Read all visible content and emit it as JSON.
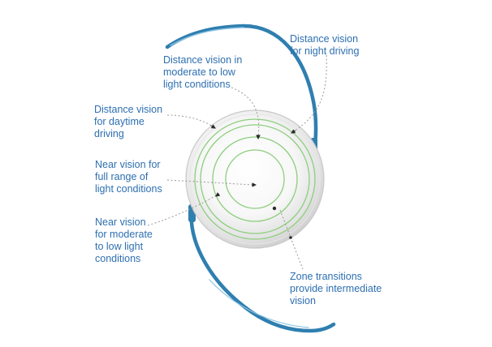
{
  "colors": {
    "label_text": "#2d6fb0",
    "haptic": "#2f7fb0",
    "haptic_highlight": "#8cc4e2",
    "zone_ring": "#8cce7c",
    "leader_line": "#9a9a9a",
    "arrow": "#2b2b2b",
    "lens_edge": "#c8c8c8",
    "lens_center": "#ffffff",
    "lens_rim": "#d7d7d7"
  },
  "labels": {
    "distance_night": "Distance vision\nfor night driving",
    "distance_moderate": "Distance vision in\nmoderate to low\nlight conditions",
    "distance_daytime": "Distance vision\nfor daytime\ndriving",
    "near_full": "Near vision for\nfull range of\nlight conditions",
    "near_moderate": "Near vision\nfor moderate\nto low light\nconditions",
    "zone_transitions": "Zone transitions\nprovide intermediate\nvision"
  }
}
